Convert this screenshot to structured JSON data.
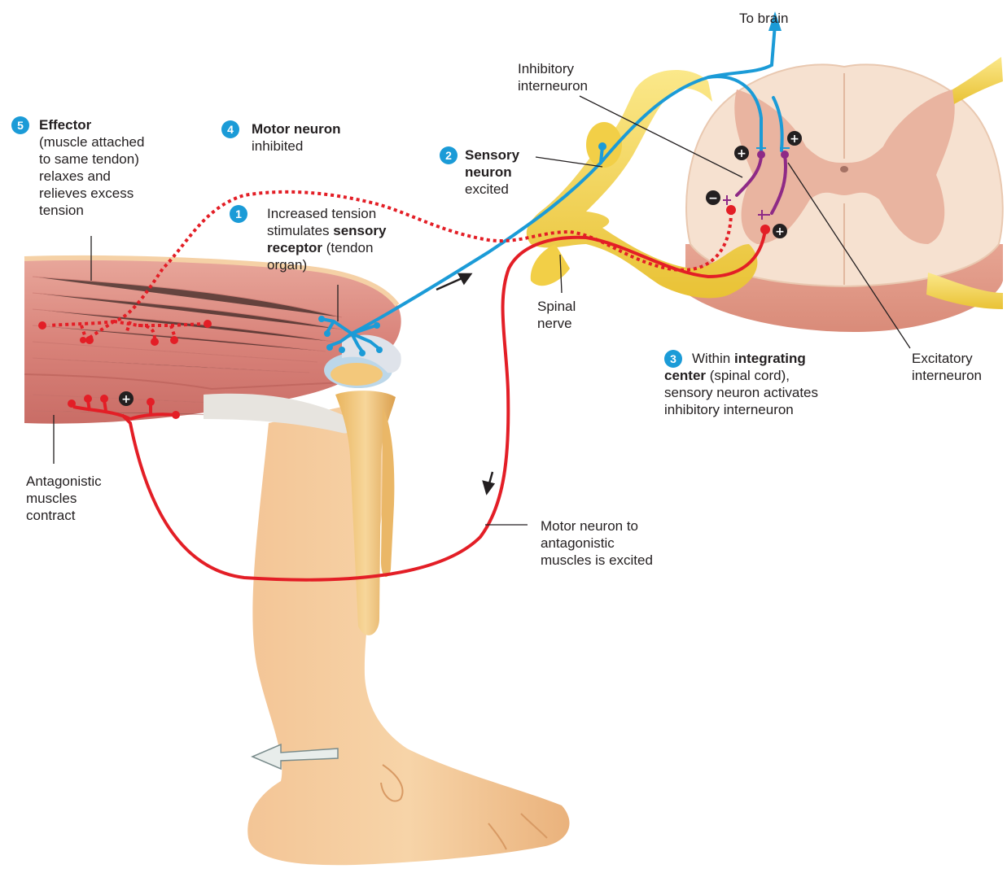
{
  "colors": {
    "sensory": "#1b9bd7",
    "motor": "#e31e26",
    "interneuron": "#8e2a86",
    "nerve": "#f5d44a",
    "cord_outer": "#f4d6c1",
    "gray_matter": "#e9b4a0",
    "muscle": "#d9837a",
    "skin": "#f4c48b",
    "badge": "#1b9bd7"
  },
  "labels": {
    "to_brain": "To brain",
    "inhibitory_interneuron": [
      "Inhibitory",
      "interneuron"
    ],
    "excitatory_interneuron": [
      "Excitatory",
      "interneuron"
    ],
    "spinal_nerve": [
      "Spinal",
      "nerve"
    ],
    "antagonistic": [
      "Antagonistic",
      "muscles",
      "contract"
    ],
    "motor_to_antagonistic": [
      "Motor neuron to",
      "antagonistic",
      "muscles is excited"
    ]
  },
  "steps": [
    {
      "number": "1",
      "lines": [
        [
          "Increased tension",
          ""
        ],
        [
          "stimulates ",
          "sensory"
        ],
        [
          "",
          "receptor",
          " (tendon"
        ],
        [
          "organ)"
        ]
      ]
    },
    {
      "number": "2",
      "title": "Sensory",
      "title2": "neuron",
      "text": "excited"
    },
    {
      "number": "3",
      "pre": "Within ",
      "bold": "integrating",
      "bold2": "center",
      "post": " (spinal cord),",
      "line3": "sensory neuron activates",
      "line4": "inhibitory  interneuron"
    },
    {
      "number": "4",
      "title": "Motor neuron",
      "text": "inhibited"
    },
    {
      "number": "5",
      "title": "Effector",
      "lines": [
        "(muscle attached",
        "to same tendon)",
        "relaxes and",
        "relieves excess",
        "tension"
      ]
    }
  ],
  "signs": {
    "plus": "+",
    "minus": "−"
  }
}
